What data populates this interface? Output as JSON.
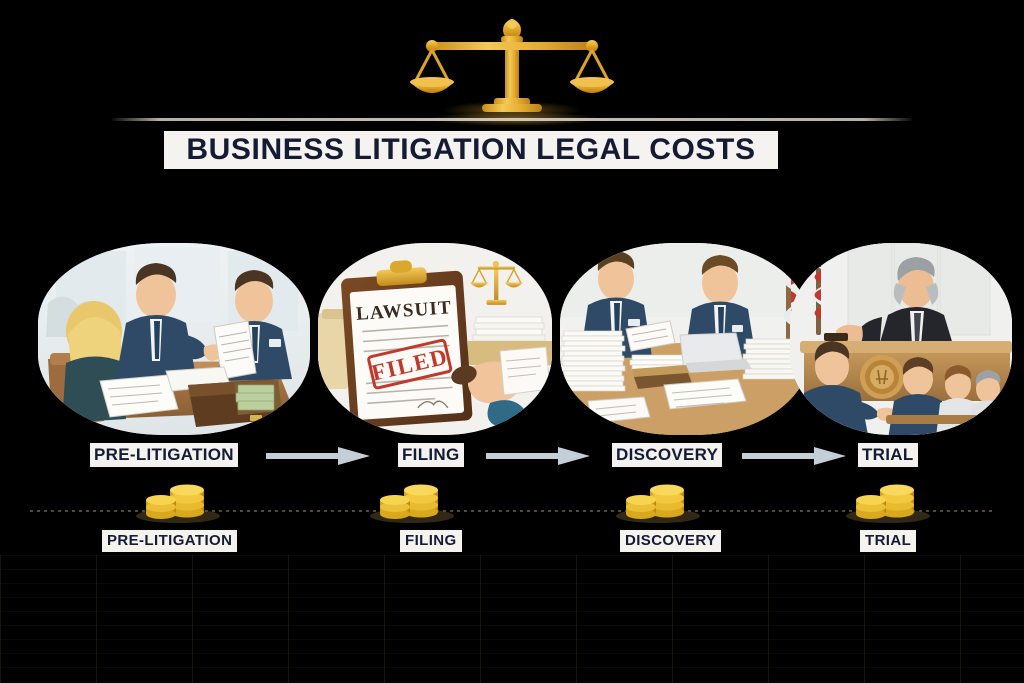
{
  "header": {
    "emblem_icon": "scales-of-justice-icon",
    "title": "BUSINESS LITIGATION LEGAL COSTS",
    "subtitle": ""
  },
  "stages": [
    {
      "key": "pre-litigation",
      "stage_label": "PRE-LITIGATION",
      "cost_label": "PRE-LITIGATION",
      "illustration": "attorney-client-meeting-with-documents-and-cash-briefcase",
      "coin_icon": "gold-coin-stack-icon"
    },
    {
      "key": "filing",
      "stage_label": "FILING",
      "cost_label": "FILING",
      "illustration": "clipboard-lawsuit-document-with-filed-stamp",
      "coin_icon": "gold-coin-stack-icon",
      "document_heading": "LAWSUIT",
      "document_stamp": "FILED"
    },
    {
      "key": "discovery",
      "stage_label": "DISCOVERY",
      "cost_label": "DISCOVERY",
      "illustration": "two-attorneys-reviewing-large-document-stacks",
      "coin_icon": "gold-coin-stack-icon"
    },
    {
      "key": "trial",
      "stage_label": "TRIAL",
      "cost_label": "TRIAL",
      "illustration": "courtroom-judge-on-bench-with-flag-attorneys-and-jury",
      "coin_icon": "gold-coin-stack-icon"
    }
  ],
  "arrows": [
    {
      "name": "arrow-pre-litigation-to-filing",
      "icon": "right-arrow-icon"
    },
    {
      "name": "arrow-filing-to-discovery",
      "icon": "right-arrow-icon"
    },
    {
      "name": "arrow-discovery-to-trial",
      "icon": "right-arrow-icon"
    }
  ],
  "colors": {
    "background": "#000000",
    "title_text": "#141b33",
    "title_band": "#f4f3f0",
    "gold": "#e0a62a",
    "gold_dark": "#b87d14",
    "arrow": "#c3ced6",
    "suit_navy": "#2e4a66",
    "stamp_red": "#c0392b",
    "rule": "#d4d0c6"
  }
}
